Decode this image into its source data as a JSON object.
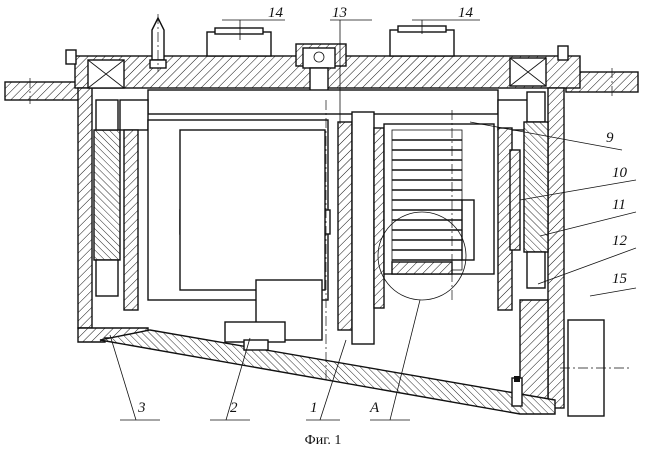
{
  "caption": "Фиг. 1",
  "labels": {
    "l14a": "14",
    "l13": "13",
    "l14b": "14",
    "l9": "9",
    "l10": "10",
    "l11": "11",
    "l12": "12",
    "l15": "15",
    "l3": "3",
    "l2": "2",
    "l1": "1",
    "lA": "A"
  }
}
